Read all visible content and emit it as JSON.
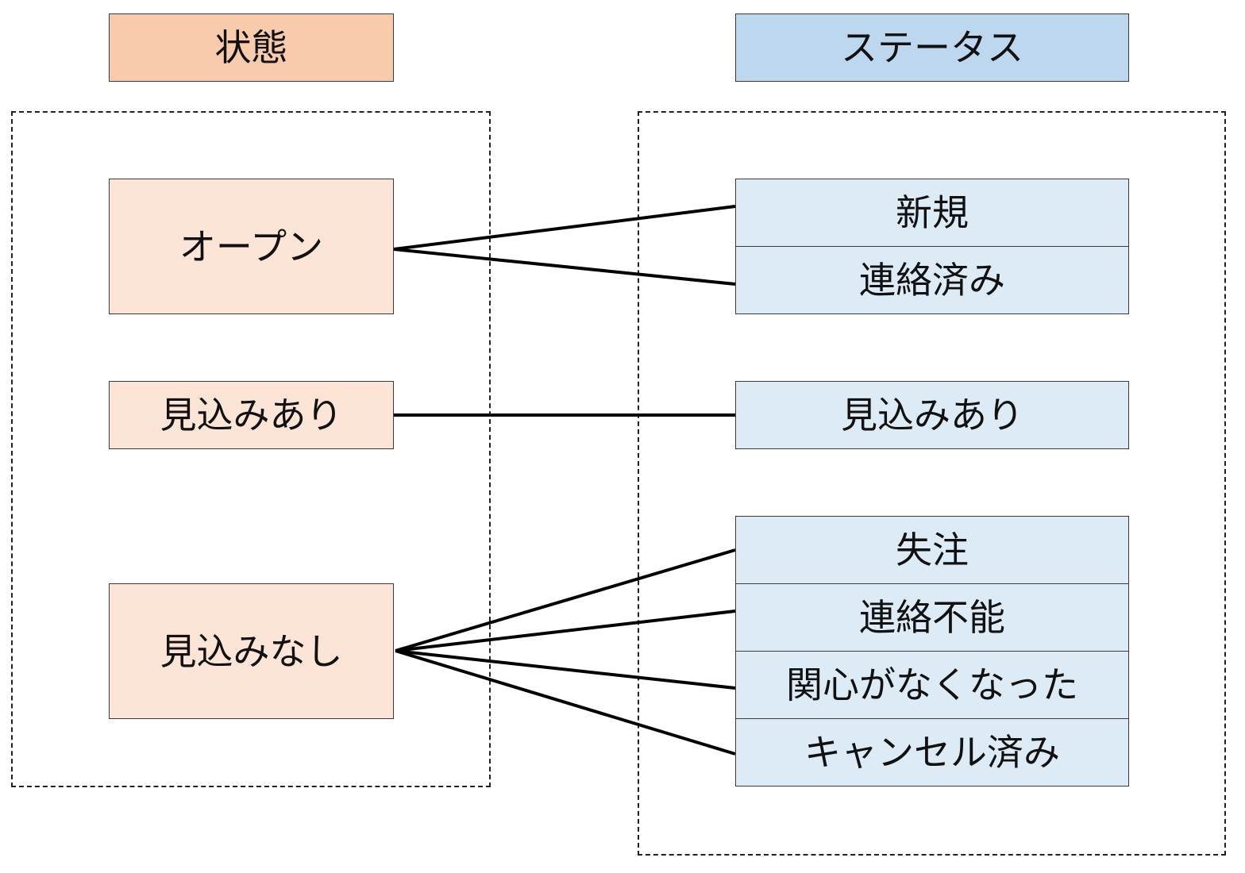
{
  "headers": {
    "state": "状態",
    "status": "ステータス"
  },
  "states": [
    {
      "id": "open",
      "label": "オープン"
    },
    {
      "id": "prospect",
      "label": "見込みあり"
    },
    {
      "id": "no_prospect",
      "label": "見込みなし"
    }
  ],
  "statuses": [
    {
      "id": "new",
      "label": "新規"
    },
    {
      "id": "contacted",
      "label": "連絡済み"
    },
    {
      "id": "prospect",
      "label": "見込みあり"
    },
    {
      "id": "lost",
      "label": "失注"
    },
    {
      "id": "unreachable",
      "label": "連絡不能"
    },
    {
      "id": "not_interested",
      "label": "関心がなくなった"
    },
    {
      "id": "cancelled",
      "label": "キャンセル済み"
    }
  ],
  "mappings": [
    {
      "from": "open",
      "to": "new"
    },
    {
      "from": "open",
      "to": "contacted"
    },
    {
      "from": "prospect",
      "to": "prospect"
    },
    {
      "from": "no_prospect",
      "to": "lost"
    },
    {
      "from": "no_prospect",
      "to": "unreachable"
    },
    {
      "from": "no_prospect",
      "to": "not_interested"
    },
    {
      "from": "no_prospect",
      "to": "cancelled"
    }
  ],
  "colors": {
    "state_header": "#f8cbad",
    "state_box": "#fce4d6",
    "status_header": "#bdd7ee",
    "status_box": "#ddebf7",
    "line": "#000000"
  }
}
